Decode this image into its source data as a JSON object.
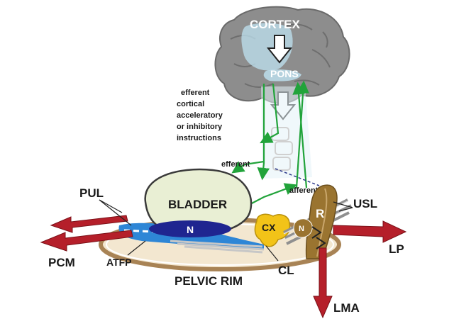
{
  "labels": {
    "cortex": "CORTEX",
    "pons": "PONS",
    "efferent_note": [
      "efferent",
      "cortical",
      "acceleratory",
      "or inhibitory",
      "instructions"
    ],
    "efferent": "efferent",
    "afferent": "afferent",
    "bladder": "BLADDER",
    "n_bladder": "N",
    "cx": "CX",
    "n_uterine": "N",
    "r": "R",
    "pul": "PUL",
    "usl": "USL",
    "pcm": "PCM",
    "lp": "LP",
    "atfp": "ATFP",
    "cl": "CL",
    "pelvic_rim": "PELVIC RIM",
    "lma": "LMA"
  },
  "colors": {
    "brain": "#8d8d8d",
    "brain_highlight": "#bfe3f2",
    "bladder_fill": "#e9efd4",
    "nerve_green": "#21a33a",
    "muscle_red": "#b51f2a",
    "cervix_yellow": "#f2c318",
    "rectum_brown": "#9a7430",
    "rim_fill": "#f3e7d0",
    "rim_stroke": "#a88355",
    "fascia_blue": "#2e86d6",
    "n_blue": "#1f2590"
  },
  "icons": {
    "downward_arrows": "hollow-down-arrow-icon",
    "force_arrows": "red-force-arrow-icon"
  }
}
